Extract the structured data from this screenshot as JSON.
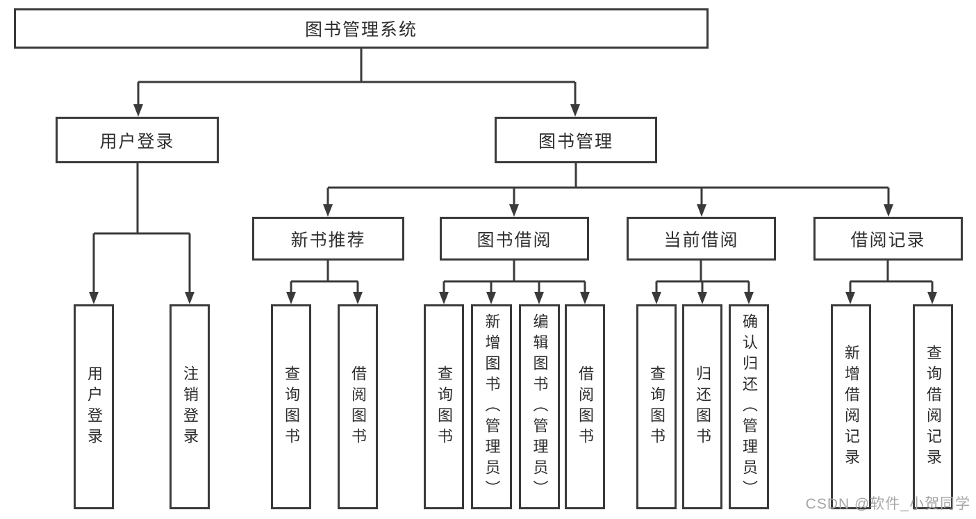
{
  "diagram": {
    "root_label": "图书管理系统",
    "user_login": {
      "label": "用户登录",
      "children": [
        "用户登录",
        "注销登录"
      ]
    },
    "book_mgmt": {
      "label": "图书管理",
      "sections": [
        {
          "label": "新书推荐",
          "children": [
            "查询图书",
            "借阅图书"
          ]
        },
        {
          "label": "图书借阅",
          "children": [
            "查询图书",
            "新增图书（管理员）",
            "编辑图书（管理员）",
            "借阅图书"
          ]
        },
        {
          "label": "当前借阅",
          "children": [
            "查询图书",
            "归还图书",
            "确认归还（管理员）"
          ]
        },
        {
          "label": "借阅记录",
          "children": [
            "新增借阅记录",
            "查询借阅记录"
          ]
        }
      ]
    }
  },
  "watermark": {
    "text": "CSDN @软件_小贺同学"
  },
  "colors": {
    "line": "#3a3a3a",
    "text": "#2d2d2d",
    "background": "#ffffff",
    "watermark": "#a6a6a6"
  }
}
